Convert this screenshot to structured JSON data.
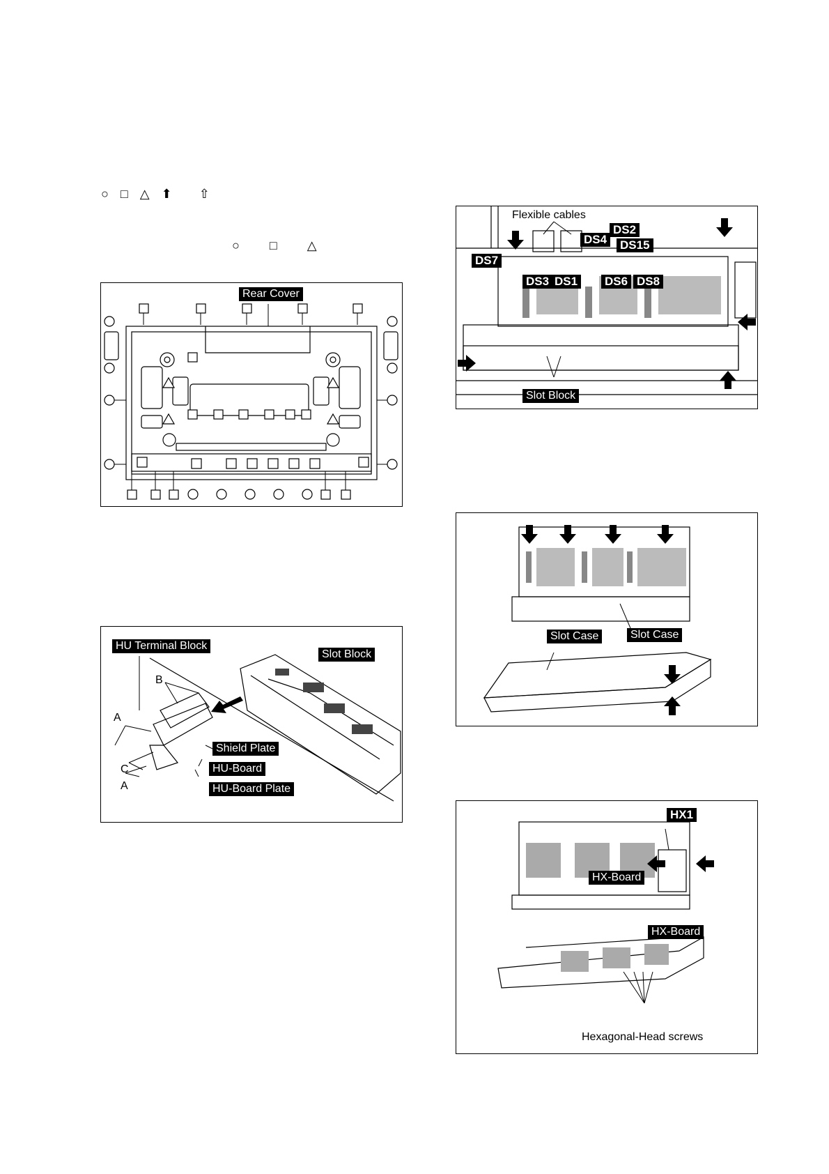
{
  "legend_symbols": [
    "○",
    "□",
    "△",
    "⬆",
    "⇧"
  ],
  "screw_symbols": [
    "○",
    "□",
    "△"
  ],
  "fig1": {
    "rear_cover": "Rear Cover"
  },
  "fig2": {
    "hu_terminal_block": "HU Terminal Block",
    "slot_block": "Slot Block",
    "shield_plate": "Shield Plate",
    "hu_board": "HU-Board",
    "hu_board_plate": "HU-Board Plate",
    "letters": {
      "a1": "A",
      "b": "B",
      "c": "C",
      "a2": "A"
    }
  },
  "fig3": {
    "flexible_cables": "Flexible cables",
    "connectors": [
      "DS7",
      "DS3",
      "DS1",
      "DS4",
      "DS2",
      "DS15",
      "DS6",
      "DS8"
    ],
    "slot_block": "Slot Block"
  },
  "fig4": {
    "slot_case_1": "Slot Case",
    "slot_case_2": "Slot Case"
  },
  "fig5": {
    "hx1": "HX1",
    "hx_board_1": "HX-Board",
    "hx_board_2": "HX-Board",
    "hex_screws": "Hexagonal-Head screws"
  }
}
